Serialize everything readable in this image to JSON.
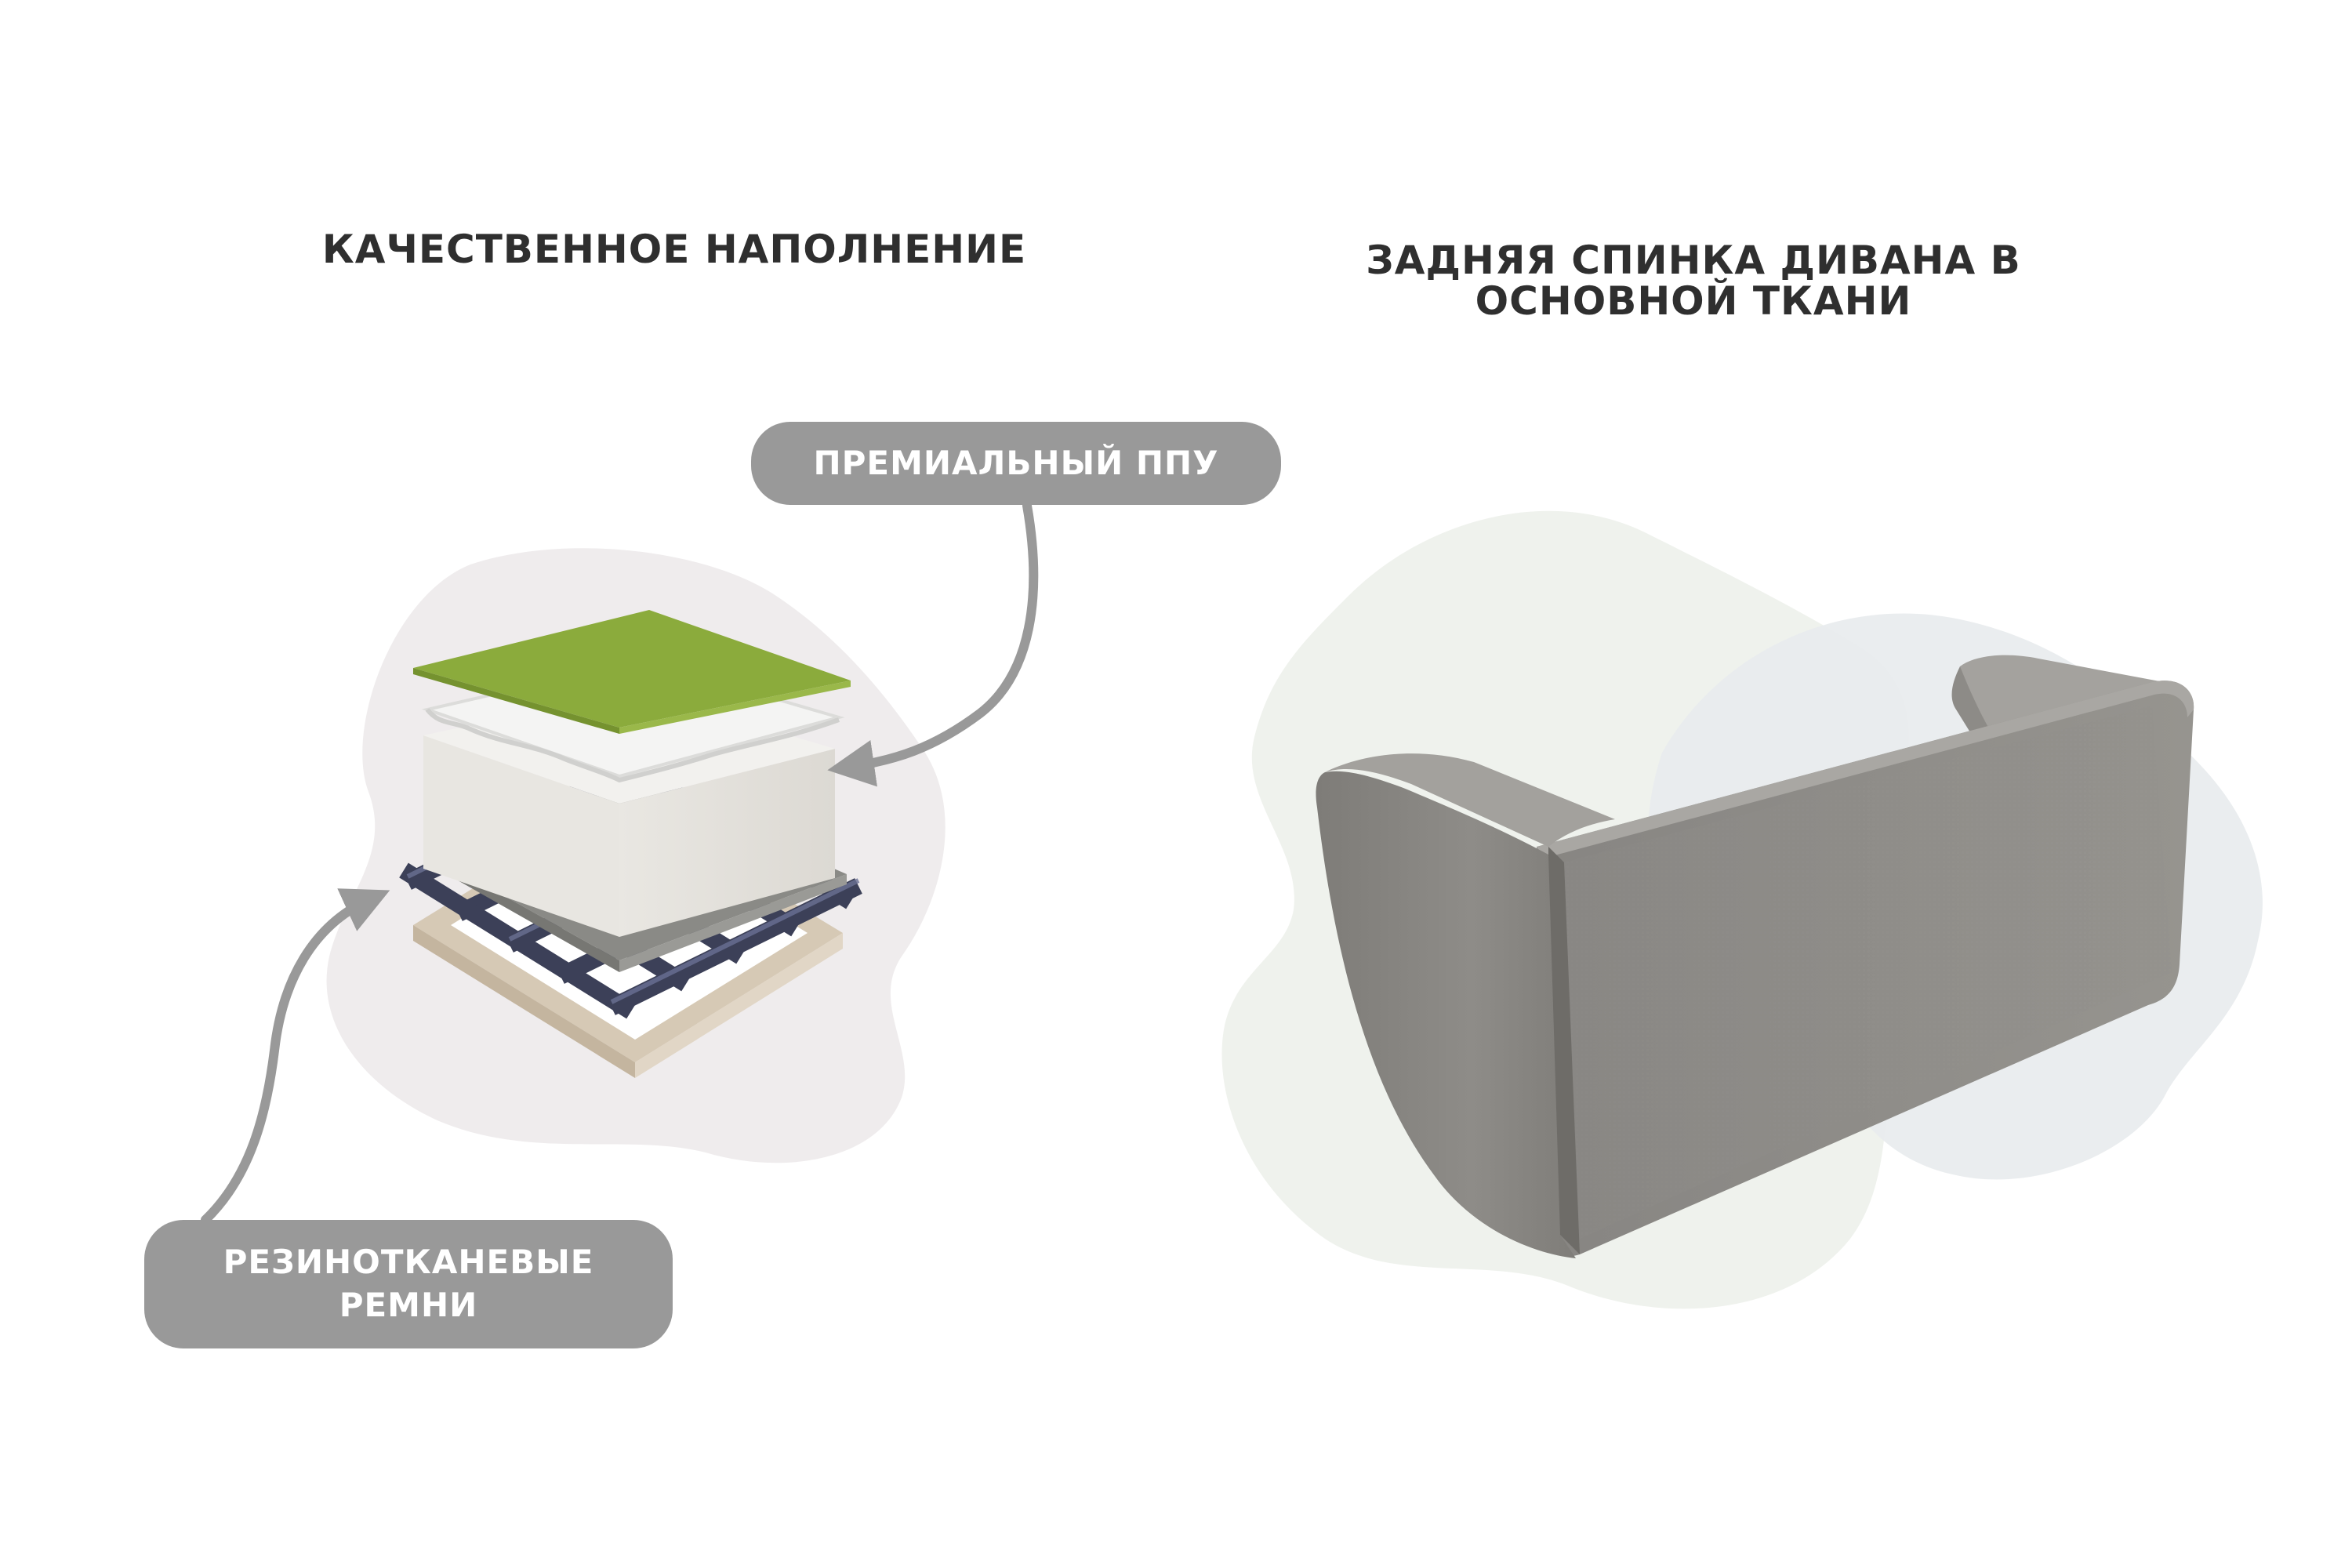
{
  "left_panel": {
    "title": "КАЧЕСТВЕННОЕ НАПОЛНЕНИЕ",
    "callouts": {
      "premium_foam": "ПРЕМИАЛЬНЫЙ ППУ",
      "rubber_straps_line1": "РЕЗИНОТКАНЕВЫЕ",
      "rubber_straps_line2": "РЕМНИ"
    },
    "layers": [
      {
        "name": "green-top-fabric",
        "color": "#8bab3c"
      },
      {
        "name": "white-padding",
        "color": "#efefee"
      },
      {
        "name": "foam-block",
        "color": "#e6e4df"
      },
      {
        "name": "gray-felt",
        "color": "#8a8a86"
      },
      {
        "name": "strap-weave",
        "color": "#3c4058"
      },
      {
        "name": "wooden-frame",
        "color": "#d6c9b5"
      }
    ],
    "blob_color": "#efeced"
  },
  "right_panel": {
    "title_line1": "ЗАДНЯЯ СПИНКА ДИВАНА В",
    "title_line2": "ОСНОВНОЙ  ТКАНИ",
    "sofa_color": "#8f8d89",
    "blob_colors": [
      "#eff2ed",
      "#e8ecee"
    ]
  },
  "colors": {
    "heading": "#2f2f2f",
    "callout_bg": "#999999",
    "callout_text": "#ffffff",
    "arrow": "#999999"
  }
}
